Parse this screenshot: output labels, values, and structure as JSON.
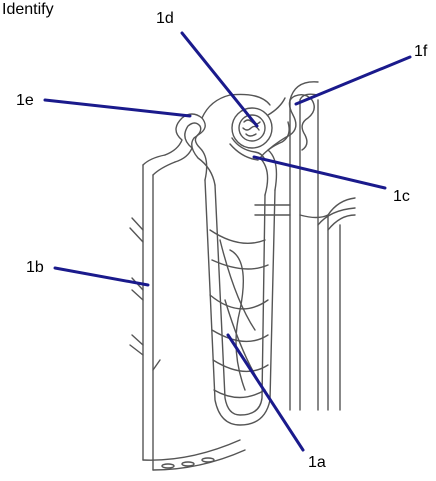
{
  "title": "Identify",
  "colors": {
    "leader": "#1a1a8c",
    "outline": "#555555"
  },
  "labels": {
    "l1a": "1a",
    "l1b": "1b",
    "l1c": "1c",
    "l1d": "1d",
    "l1e": "1e",
    "l1f": "1f"
  }
}
